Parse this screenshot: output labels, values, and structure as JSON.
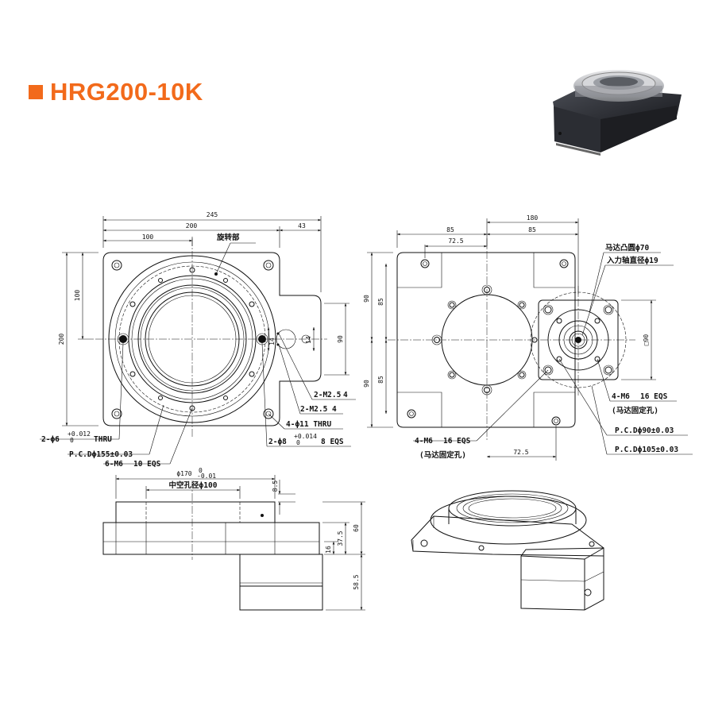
{
  "header": {
    "model": "HRG200-10K",
    "accent_color": "#f26a1b"
  },
  "photo": {
    "icon": "rotary-table-photo-icon"
  },
  "top_view": {
    "dims": {
      "overall_width": "245",
      "width_200": "200",
      "width_100": "100",
      "ear": "43",
      "height_200": "200",
      "height_100": "100",
      "ear_90": "90",
      "ear_14a": "14",
      "ear_14b": "14"
    },
    "labels": {
      "rotating_part": "旋转部",
      "m2_5_a": "2-M2.5",
      "m2_5_a_depth": "4",
      "m2_5_b": "2-M2.5",
      "m2_5_b_depth": "4",
      "thru11": "4-ϕ11 THRU",
      "pin8": "2-ϕ8",
      "pin8_tol_up": "+0.014",
      "pin8_tol_down": "0",
      "pin8_depth": "8 EQS",
      "pin6": "2-ϕ6",
      "pin6_tol_up": "+0.012",
      "pin6_tol_down": "0",
      "pin6_thru": "THRU",
      "pcd155": "P.C.Dϕ155±0.03",
      "m6_10": "6-M6",
      "m6_10_depth": "10 EQS"
    }
  },
  "right_view": {
    "dims": {
      "top_180": "180",
      "d85a": "85",
      "d85b": "85",
      "d72_5_top": "72.5",
      "d72_5_bottom": "72.5",
      "h90a": "90",
      "h90b": "90",
      "h85a": "85",
      "h85b": "85",
      "sq90": "□90"
    },
    "labels": {
      "motor_boss": "马达凸圆ϕ70",
      "input_shaft": "入力轴直径ϕ19",
      "m6_16_right": "4-M6",
      "m6_16_right_depth": "16 EQS",
      "motor_fix_right": "(马达固定孔)",
      "pcd90": "P.C.Dϕ90±0.03",
      "pcd105": "P.C.Dϕ105±0.03",
      "m6_16_left": "4-M6",
      "m6_16_left_depth": "16 EQS",
      "motor_fix_left": "(马达固定孔)"
    }
  },
  "side_view": {
    "dims": {
      "d170": "ϕ170",
      "d170_tol_up": "0",
      "d170_tol_down": "-0.01",
      "hollow": "中空孔径ϕ100",
      "h8_5": "8.5",
      "h60": "60",
      "h37_5": "37.5",
      "h16": "16",
      "h58_5": "58.5"
    }
  },
  "iso_view": {
    "icon": "isometric-view-icon"
  }
}
